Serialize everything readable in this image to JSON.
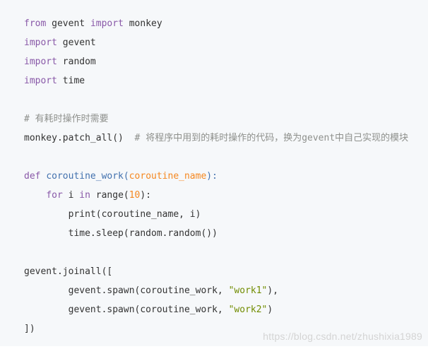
{
  "code": {
    "lines": [
      [
        {
          "t": "from",
          "c": "kw"
        },
        {
          "t": " gevent ",
          "c": ""
        },
        {
          "t": "import",
          "c": "kw"
        },
        {
          "t": " monkey",
          "c": ""
        }
      ],
      [
        {
          "t": "import",
          "c": "kw"
        },
        {
          "t": " gevent",
          "c": ""
        }
      ],
      [
        {
          "t": "import",
          "c": "kw"
        },
        {
          "t": " random",
          "c": ""
        }
      ],
      [
        {
          "t": "import",
          "c": "kw"
        },
        {
          "t": " time",
          "c": ""
        }
      ],
      [],
      [
        {
          "t": "# 有耗时操作时需要",
          "c": "comment"
        }
      ],
      [
        {
          "t": "monkey.patch_all()  ",
          "c": ""
        },
        {
          "t": "# 将程序中用到的耗时操作的代码，换为gevent中自己实现的模块",
          "c": "comment"
        }
      ],
      [],
      [
        {
          "t": "def",
          "c": "kw"
        },
        {
          "t": " ",
          "c": ""
        },
        {
          "t": "coroutine_work",
          "c": "fn"
        },
        {
          "t": "(",
          "c": "fn"
        },
        {
          "t": "coroutine_name",
          "c": "param"
        },
        {
          "t": "):",
          "c": "fn"
        }
      ],
      [
        {
          "t": "    ",
          "c": ""
        },
        {
          "t": "for",
          "c": "kw"
        },
        {
          "t": " i ",
          "c": ""
        },
        {
          "t": "in",
          "c": "kw"
        },
        {
          "t": " range(",
          "c": ""
        },
        {
          "t": "10",
          "c": "num"
        },
        {
          "t": "):",
          "c": ""
        }
      ],
      [
        {
          "t": "        print(coroutine_name, i)",
          "c": ""
        }
      ],
      [
        {
          "t": "        time.sleep(random.random())",
          "c": ""
        }
      ],
      [],
      [
        {
          "t": "gevent.joinall([",
          "c": ""
        }
      ],
      [
        {
          "t": "        gevent.spawn(coroutine_work, ",
          "c": ""
        },
        {
          "t": "\"work1\"",
          "c": "str"
        },
        {
          "t": "),",
          "c": ""
        }
      ],
      [
        {
          "t": "        gevent.spawn(coroutine_work, ",
          "c": ""
        },
        {
          "t": "\"work2\"",
          "c": "str"
        },
        {
          "t": ")",
          "c": ""
        }
      ],
      [
        {
          "t": "])",
          "c": ""
        }
      ]
    ]
  },
  "watermark": "https://blog.csdn.net/zhushixia1989",
  "colors": {
    "background": "#f6f8fa",
    "keyword": "#8959a8",
    "function": "#4271ae",
    "param": "#f5871f",
    "string": "#718c00",
    "comment": "#8e908c"
  }
}
